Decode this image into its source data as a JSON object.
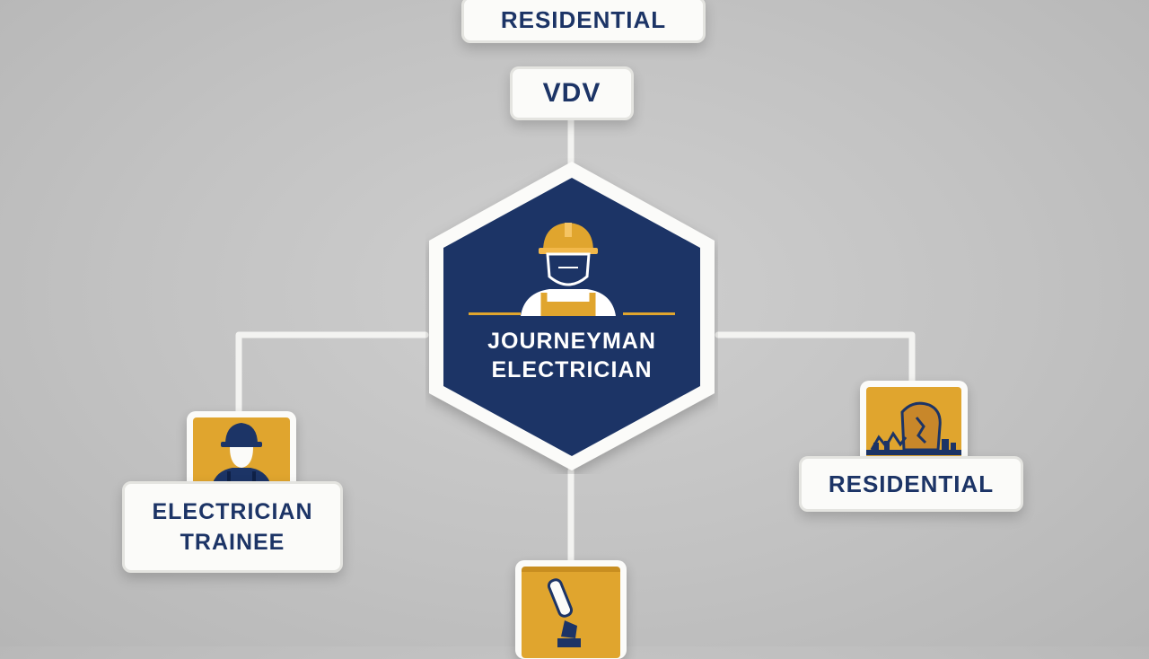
{
  "diagram": {
    "top_box": {
      "label": "RESIDENTIAL"
    },
    "vdv_box": {
      "label": "VDV"
    },
    "center_node": {
      "line1": "JOURNEYMAN",
      "line2": "ELECTRICIAN",
      "icon": "electrician-hardhat-icon"
    },
    "left_node": {
      "line1": "ELECTRICIAN",
      "line2": "TRAINEE",
      "icon": "trainee-worker-icon"
    },
    "right_node": {
      "label": "RESIDENTIAL",
      "icon": "residential-house-icon"
    },
    "bottom_node": {
      "icon": "tool-icon"
    }
  },
  "colors": {
    "navy": "#1c3466",
    "gold": "#e0a52e",
    "box_bg": "#fbfbf9",
    "connector": "#f3f3f1",
    "background": "#c4c4c4"
  }
}
